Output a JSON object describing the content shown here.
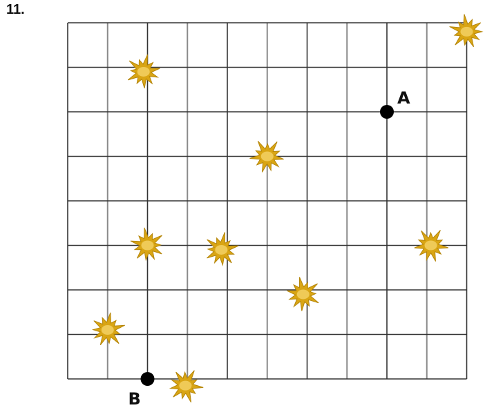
{
  "problem": {
    "number": "11."
  },
  "grid": {
    "columns": 10,
    "rows": 8
  },
  "points": [
    {
      "label": "A",
      "col": 8,
      "row": 2
    },
    {
      "label": "B",
      "col": 2,
      "row": 8
    }
  ],
  "stars": [
    {
      "col": 10,
      "row": 0.2
    },
    {
      "col": 1.9,
      "row": 1.1
    },
    {
      "col": 5,
      "row": 3
    },
    {
      "col": 2,
      "row": 5
    },
    {
      "col": 3.85,
      "row": 5.1
    },
    {
      "col": 9.1,
      "row": 5
    },
    {
      "col": 5.9,
      "row": 6.1
    },
    {
      "col": 1,
      "row": 6.9
    },
    {
      "col": 2.95,
      "row": 8.15
    }
  ],
  "colors": {
    "grid_line": "#333333",
    "grid_line_soft": "#8a8a8a",
    "star_fill": "#d9a514",
    "star_stroke": "#b5860b",
    "star_core": "#f5d76e",
    "point": "#000000"
  }
}
